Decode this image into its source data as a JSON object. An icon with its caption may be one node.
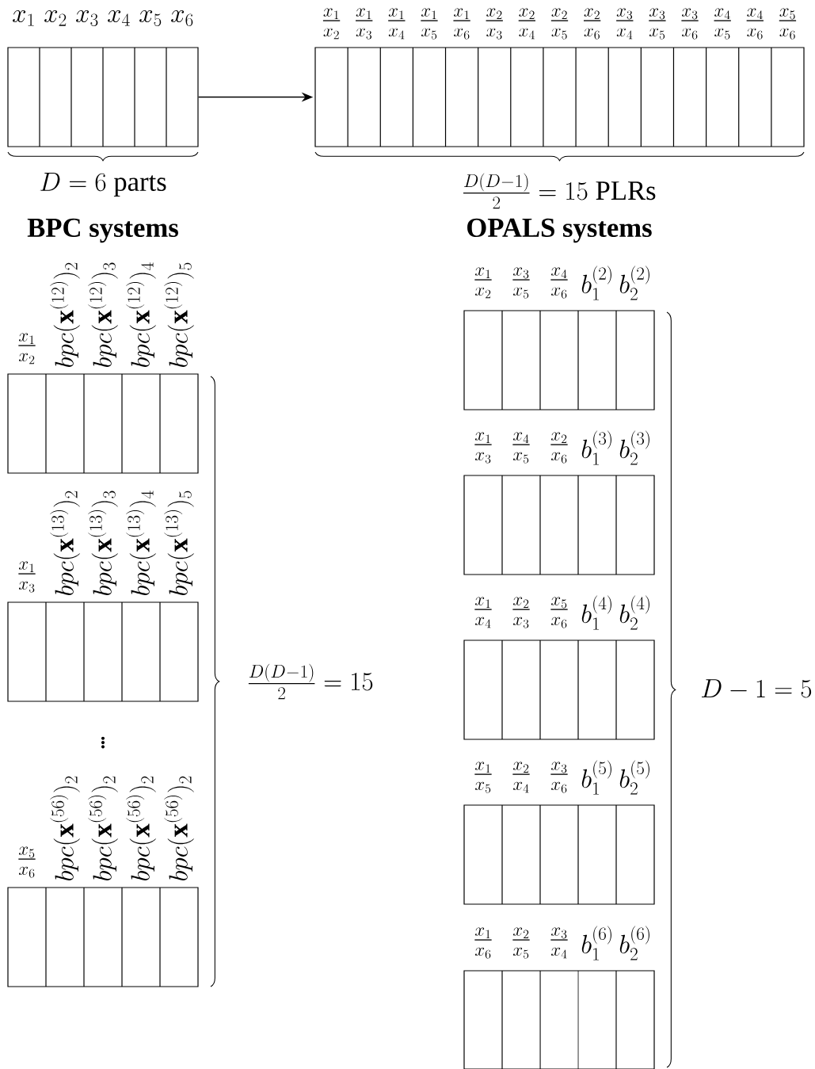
{
  "diagram": {
    "nodes": [
      {
        "text": [
          "x_1",
          "x_2",
          "x_3",
          "x_4",
          "x_5",
          "x_6"
        ]
      },
      {
        "text": [
          "\\frac{x_1}{x_2}",
          "\\frac{x_1}{x_3}",
          "\\frac{x_1}{x_4}",
          "\\frac{x_1}{x_5}",
          "\\frac{x_1}{x_6}",
          "\\frac{x_2}{x_3}",
          "\\frac{x_2}{x_4}",
          "\\frac{x_2}{x_5}",
          "\\frac{x_2}{x_6}",
          "\\frac{x_3}{x_4}",
          "\\frac{x_3}{x_5}",
          "\\frac{x_3}{x_6}",
          "\\frac{x_4}{x_5}",
          "\\frac{x_4}{x_6}",
          "\\frac{x_5}{x_6}"
        ]
      },
      {
        "text": [
          "\\frac{x_1}{x_2}",
          "bpc(\\mathbf{x}^{(12)})_2",
          "bpc(\\mathbf{x}^{(12)})_3",
          "bpc(\\mathbf{x}^{(12)})_4",
          "bpc(\\mathbf{x}^{(12)})_5"
        ]
      },
      {
        "text": [
          "\\frac{x_1}{x_3}",
          "bpc(\\mathbf{x}^{(13)})_2",
          "bpc(\\mathbf{x}^{(13)})_3",
          "bpc(\\mathbf{x}^{(13)})_4",
          "bpc(\\mathbf{x}^{(13)})_5"
        ]
      },
      {
        "text": [
          "\\frac{x_5}{x_6}",
          "bpc(\\mathbf{x}^{(56)})_2",
          "bpc(\\mathbf{x}^{(56)})_2",
          "bpc(\\mathbf{x}^{(56)})_2",
          "bpc(\\mathbf{x}^{(56)})_2"
        ]
      },
      {
        "text": [
          "\\frac{x_1}{x_2}",
          "\\frac{x_3}{x_5}",
          "\\frac{x_4}{x_6}",
          "b_1^{(2)}",
          "b_2^{(2)}"
        ]
      },
      {
        "text": [
          "\\frac{x_1}{x_3}",
          "\\frac{x_4}{x_5}",
          "\\frac{x_2}{x_6}",
          "b_1^{(3)}",
          "b_2^{(3)}"
        ]
      },
      {
        "text": [
          "\\frac{x_1}{x_4}",
          "\\frac{x_2}{x_3}",
          "\\frac{x_5}{x_6}",
          "b_1^{(4)}",
          "b_2^{(4)}"
        ]
      },
      {
        "text": [
          "\\frac{x_1}{x_5}",
          "\\frac{x_2}{x_4}",
          "\\frac{x_3}{x_6}",
          "b_1^{(5)}",
          "b_2^{(5)}"
        ]
      },
      {
        "text": [
          "\\frac{x_1}{x_6}",
          "\\frac{x_2}{x_5}",
          "\\frac{x_3}{x_4}",
          "b_1^{(6)}",
          "b_2^{(6)}"
        ]
      }
    ],
    "edges": [
      {
        "from": 0,
        "to": 1,
        "arrow": "to"
      }
    ],
    "labels": [
      "D = 6 \\text{ parts}",
      "\\frac{D(D-1)}{2} = 15 \\text{ PLRs}",
      "BPC systems",
      "OPALS systems",
      "\\vdots",
      "\\frac{D(D-1)}{2} = 15",
      "D-1=5"
    ]
  }
}
